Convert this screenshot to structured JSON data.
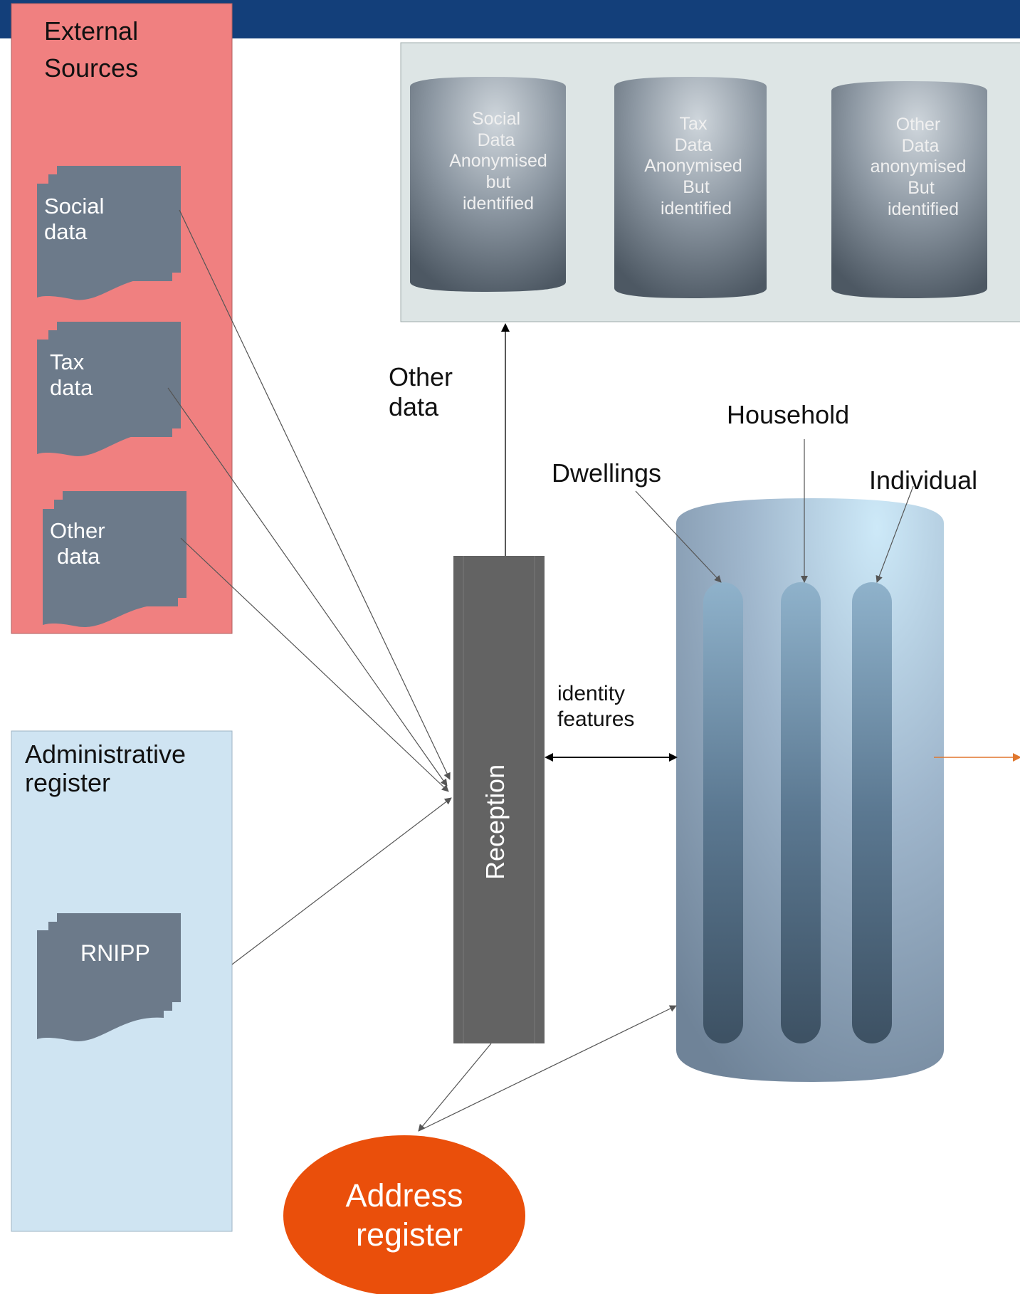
{
  "external_sources": {
    "title_line1": "External",
    "title_line2": "Sources",
    "social": {
      "line1": "Social",
      "line2": "data"
    },
    "tax": {
      "line1": "Tax",
      "line2": "data"
    },
    "other": {
      "line1": "Other",
      "line2": "data"
    }
  },
  "admin_register": {
    "title_line1": "Administrative",
    "title_line2": "register",
    "rnipp": "RNIPP"
  },
  "databases": [
    {
      "lines": [
        "Social",
        "Data",
        "Anonymised",
        "but",
        "identified"
      ]
    },
    {
      "lines": [
        "Tax",
        "Data",
        "Anonymised",
        "But",
        "identified"
      ]
    },
    {
      "lines": [
        "Other",
        "Data",
        "anonymised",
        "But",
        "identified"
      ]
    }
  ],
  "labels": {
    "other_data_line1": "Other",
    "other_data_line2": "data",
    "household": "Household",
    "dwellings": "Dwellings",
    "individual": "Individual",
    "identity_line1": "identity",
    "identity_line2": "features",
    "reception": "Reception",
    "address_line1": "Address",
    "address_line2": "register"
  },
  "colors": {
    "header_bar": "#133f7a",
    "external_panel": "#f08080",
    "admin_panel": "#cfe4f2",
    "doc_shape": "#6c7a8a",
    "reception": "#636363",
    "address_ellipse": "#ea4f0b",
    "orange_arrow": "#e0772e",
    "db_panel": "#dde5e5"
  }
}
